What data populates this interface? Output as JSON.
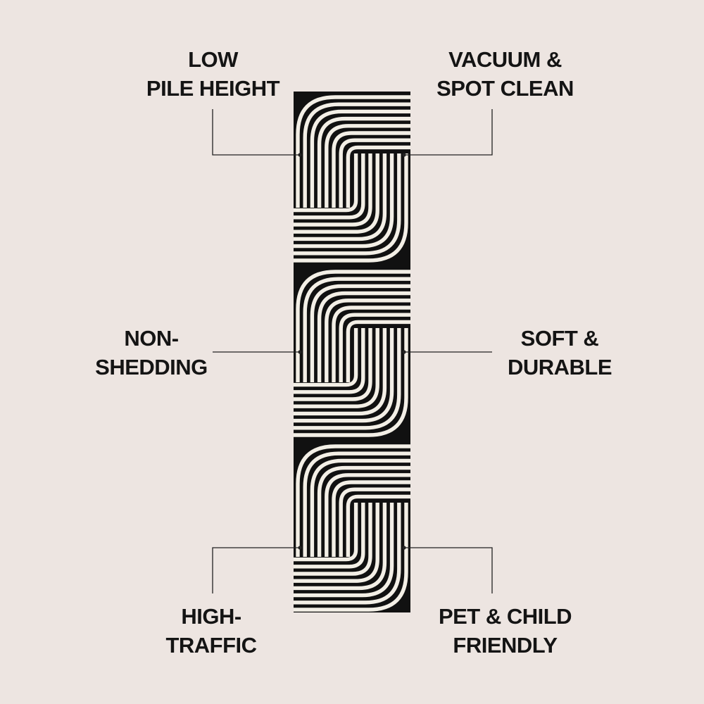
{
  "colors": {
    "background": "#ede5e1",
    "rug_dark": "#111111",
    "rug_light": "#f3efe6",
    "text": "#141414",
    "leader_line": "#222222"
  },
  "rug": {
    "description_icon": "geometric-arc-stripe-pattern",
    "pattern_repeats": 3,
    "stripe_count": 8
  },
  "features": {
    "low_pile": {
      "line1": "LOW",
      "line2": "PILE HEIGHT"
    },
    "vacuum": {
      "line1": "VACUUM &",
      "line2": "SPOT CLEAN"
    },
    "non_shedding": {
      "line1": "NON-",
      "line2": "SHEDDING"
    },
    "soft": {
      "line1": "SOFT &",
      "line2": "DURABLE"
    },
    "high_traffic": {
      "line1": "HIGH-",
      "line2": "TRAFFIC"
    },
    "pet_child": {
      "line1": "PET & CHILD",
      "line2": "FRIENDLY"
    }
  }
}
